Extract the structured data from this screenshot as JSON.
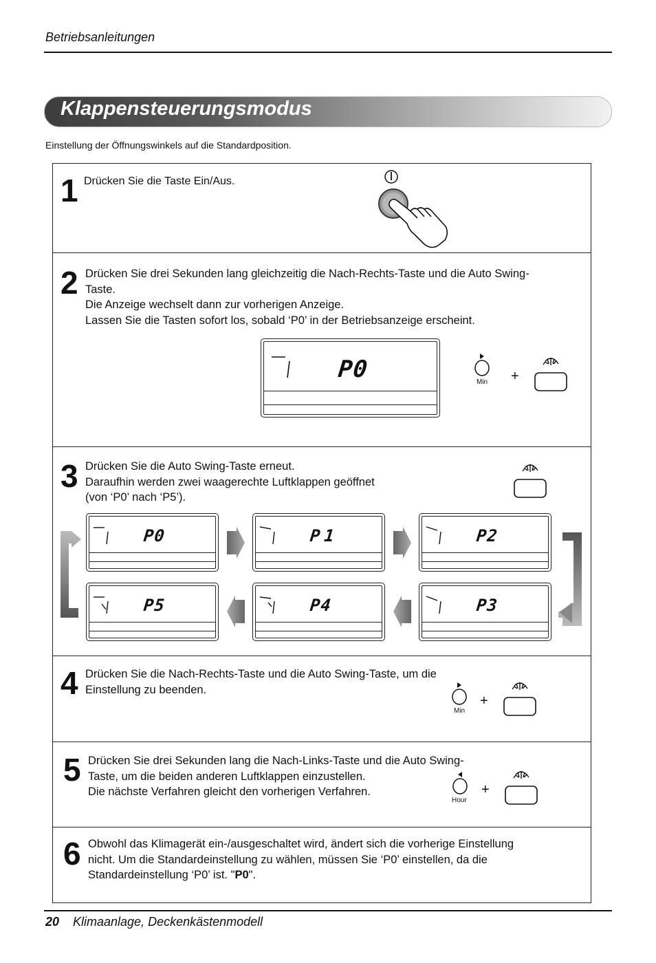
{
  "header": {
    "title": "Betriebsanleitungen"
  },
  "section": {
    "title": "Klappensteuerungsmodus"
  },
  "intro": "Einstellung der Öffnungswinkels auf die Standardposition.",
  "steps": [
    {
      "num": "1",
      "lines": [
        "Drücken Sie die Taste Ein/Aus."
      ]
    },
    {
      "num": "2",
      "lines": [
        "Drücken Sie drei Sekunden lang gleichzeitig die Nach-Rechts-Taste und die Auto Swing-",
        "Taste.",
        "Die Anzeige wechselt dann zur vorherigen Anzeige.",
        "Lassen Sie die Tasten sofort los, sobald ‘P0’ in der Betriebsanzeige erscheint."
      ]
    },
    {
      "num": "3",
      "lines": [
        "Drücken Sie die Auto Swing-Taste erneut.",
        "Daraufhin werden zwei waagerechte Luftklappen geöffnet",
        "(von ‘P0’ nach ‘P5’)."
      ]
    },
    {
      "num": "4",
      "lines": [
        "Drücken Sie die Nach-Rechts-Taste und die Auto Swing-Taste, um die",
        "Einstellung zu beenden."
      ]
    },
    {
      "num": "5",
      "lines": [
        "Drücken Sie drei Sekunden lang die Nach-Links-Taste und die Auto Swing-",
        "Taste, um die beiden anderen Luftklappen einzustellen.",
        "Die nächste Verfahren gleicht den vorherigen Verfahren."
      ]
    },
    {
      "num": "6",
      "lines": [
        "Obwohl das Klimagerät ein-/ausgeschaltet wird, ändert sich die vorherige Einstellung",
        "nicht. Um die Standardeinstellung zu wählen, müssen Sie ‘P0’ einstellen, da die",
        "Standardeinstellung ‘P0’ ist. \"",
        "P0",
        "\"."
      ]
    }
  ],
  "displays": {
    "main": "P0",
    "sequence": [
      "P0",
      "P1",
      "P2",
      "P5",
      "P4",
      "P3"
    ]
  },
  "buttons": {
    "min_label": "Min",
    "hour_label": "Hour",
    "plus": "+"
  },
  "footer": {
    "page": "20",
    "title": "Klimaanlage, Deckenkästenmodell"
  }
}
